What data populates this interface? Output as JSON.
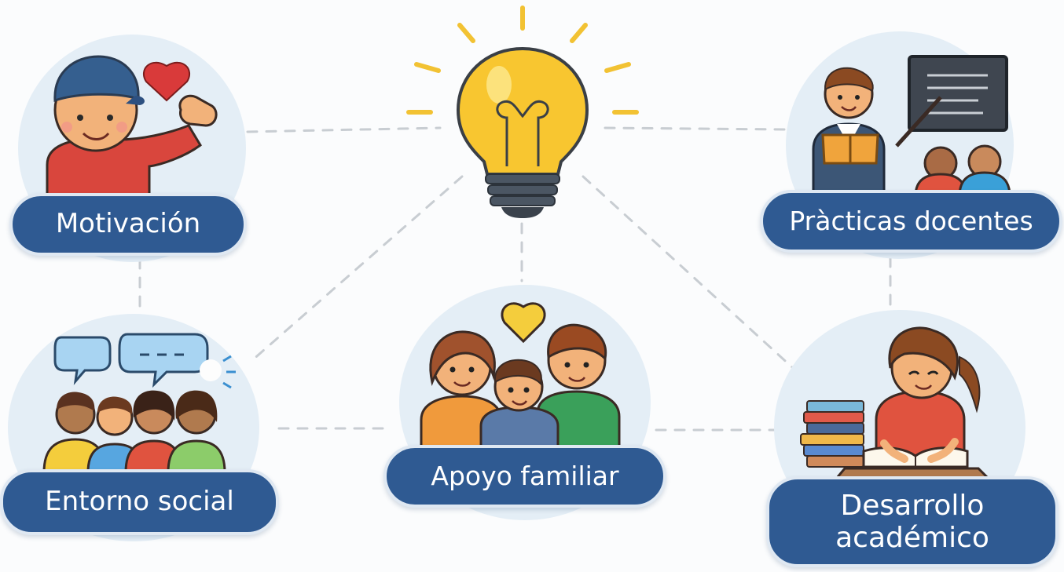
{
  "colors": {
    "background": "#fbfcfd",
    "circle": "#e4eef6",
    "label_fill": "#2f5a92",
    "label_text": "#ffffff",
    "connector": "#c8cdd2",
    "bulb": "#f8c630",
    "bulb_base": "#3f4a56",
    "ray": "#f2c233"
  },
  "center": {
    "icon": "lightbulb-icon"
  },
  "nodes": [
    {
      "id": "motivacion",
      "label": "Motivación",
      "icon": "motivated-boy-icon"
    },
    {
      "id": "practicas",
      "label": "Pràcticas docentes",
      "icon": "teacher-classroom-icon"
    },
    {
      "id": "entorno",
      "label": "Entorno social",
      "icon": "social-group-icon"
    },
    {
      "id": "apoyo",
      "label": "Apoyo familiar",
      "icon": "family-icon"
    },
    {
      "id": "desarrollo",
      "label": "Desarrollo académico",
      "icon": "student-reading-icon"
    }
  ]
}
